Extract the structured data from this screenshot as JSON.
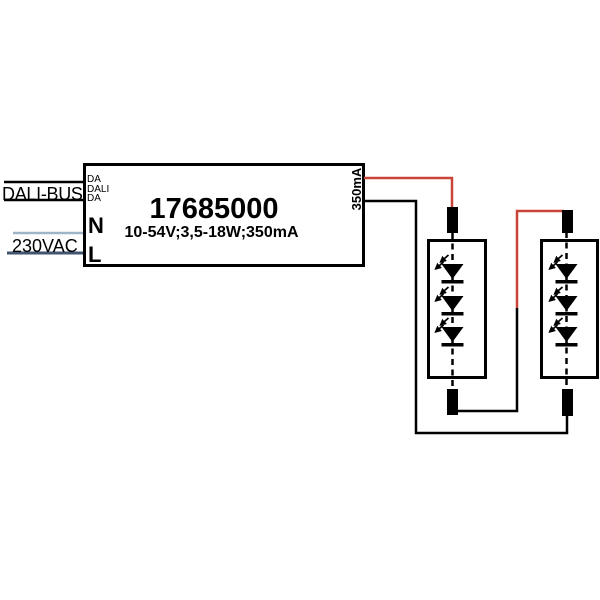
{
  "diagram": {
    "dali_bus_label": "DALI-BUS",
    "mains_label": "230VAC",
    "driver": {
      "model": "17685000",
      "specs": "10-54V;3,5-18W;350mA",
      "output_rating": "350mA",
      "dali_terminals": [
        "DA",
        "DALI",
        "DA"
      ],
      "neutral_terminal": "N",
      "live_terminal": "L"
    },
    "led_modules": [
      {
        "id": "led-module-1",
        "led_count": 3
      },
      {
        "id": "led-module-2",
        "led_count": 3
      }
    ],
    "colors": {
      "positive_wire": "#c84438",
      "negative_wire": "#000000",
      "neutral_line": "#9fb4c8",
      "live_line": "#3f5570",
      "outline": "#000000"
    }
  }
}
